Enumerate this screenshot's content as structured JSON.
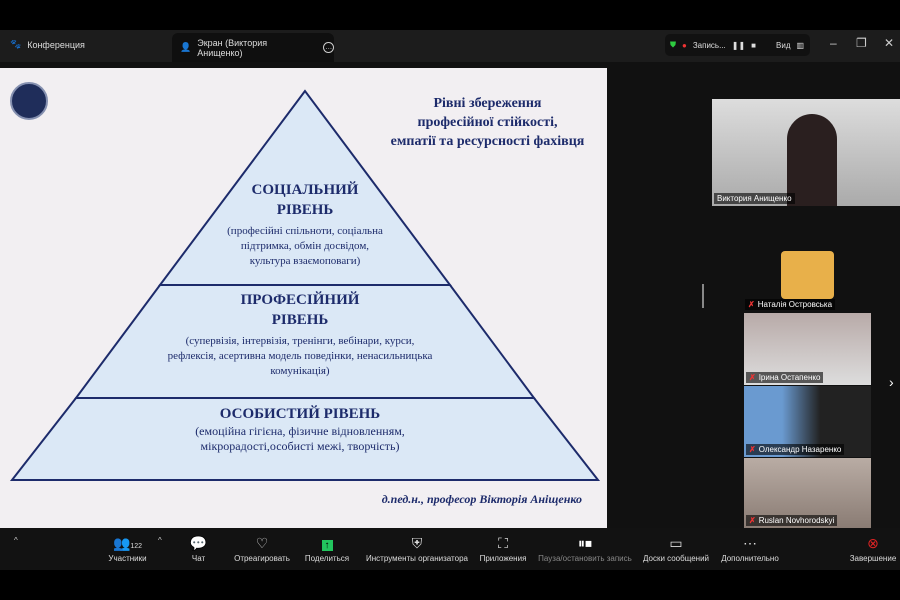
{
  "titlebar": {
    "conference": "Конференция",
    "tab": "Экран (Виктория Анищенко)",
    "recording": "Запись...",
    "view": "Вид"
  },
  "slide": {
    "title": [
      "Рівні збереження",
      "професійної стійкості,",
      "емпатії та ресурсності фахівця"
    ],
    "levels": [
      {
        "title": [
          "СОЦІАЛЬНИЙ",
          "РІВЕНЬ"
        ],
        "desc": [
          "(професійні спільноти, соціальна",
          "підтримка, обмін досвідом,",
          "культура взаємоповаги)"
        ]
      },
      {
        "title": [
          "ПРОФЕСІЙНИЙ",
          "РІВЕНЬ"
        ],
        "desc": [
          "(супервізія, інтервізія, тренінги, вебінари, курси,",
          "рефлексія, асертивна модель поведінки, ненасильницька",
          "комунікація)"
        ]
      },
      {
        "title": [
          "ОСОБИСТИЙ РІВЕНЬ"
        ],
        "desc": [
          "(емоційна гігієна, фізичне відновленням,",
          "мікрорадості,особисті межі, творчість)"
        ]
      }
    ],
    "author": "д.пед.н., професор Вікторія Аніщенко"
  },
  "participants": [
    "Виктория Анищенко",
    "Наталія Островська",
    "Ірина Остапенко",
    "Олександр Назаренко",
    "Ruslan Novhorodskyi"
  ],
  "toolbar": {
    "participants": "Участники",
    "count": "122",
    "chat": "Чат",
    "react": "Отреагировать",
    "share": "Поделиться",
    "host": "Инструменты организатора",
    "apps": "Приложения",
    "pause": "Пауза/остановить запись",
    "boards": "Доски сообщений",
    "more": "Дополнительно",
    "end": "Завершение"
  },
  "colors": {
    "accent": "#1d2b6b",
    "share": "#22c55e",
    "end": "#e02424"
  }
}
